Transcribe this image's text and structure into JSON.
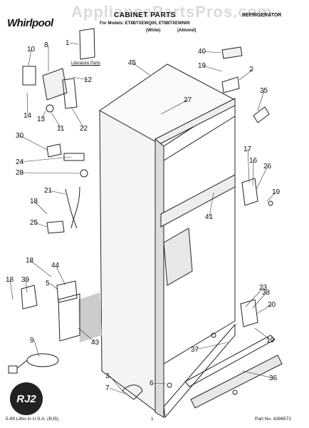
{
  "watermark": "AppliancePartsPros.com",
  "brand": "Whirlpool",
  "title": "CABINET PARTS",
  "category": "REFRIGERATOR",
  "models": "For Models: ET8BTXEWQ00, ET8BTXEWN00",
  "variants": "(White) (Almond)",
  "literature_label": "Literature Parts",
  "badge_text": "RJ2",
  "footer": {
    "left": "5-99 Litho in U.S.A. (RJ5)",
    "center": "1",
    "right": "Part No. 4396572"
  },
  "parts": [
    {
      "label": "1"
    },
    {
      "label": "10"
    },
    {
      "label": "8"
    },
    {
      "label": "12"
    },
    {
      "label": "14"
    },
    {
      "label": "13"
    },
    {
      "label": "11"
    },
    {
      "label": "22"
    },
    {
      "label": "45"
    },
    {
      "label": "40"
    },
    {
      "label": "19"
    },
    {
      "label": "2"
    },
    {
      "label": "35"
    },
    {
      "label": "27"
    },
    {
      "label": "30"
    },
    {
      "label": "24"
    },
    {
      "label": "28"
    },
    {
      "label": "21"
    },
    {
      "label": "18"
    },
    {
      "label": "25"
    },
    {
      "label": "17"
    },
    {
      "label": "16"
    },
    {
      "label": "26"
    },
    {
      "label": "19"
    },
    {
      "label": "41"
    },
    {
      "label": "18"
    },
    {
      "label": "44"
    },
    {
      "label": "18"
    },
    {
      "label": "39"
    },
    {
      "label": "5"
    },
    {
      "label": "43"
    },
    {
      "label": "9"
    },
    {
      "label": "23"
    },
    {
      "label": "38"
    },
    {
      "label": "20"
    },
    {
      "label": "19"
    },
    {
      "label": "37"
    },
    {
      "label": "36"
    },
    {
      "label": "3"
    },
    {
      "label": "7"
    },
    {
      "label": "6"
    }
  ]
}
